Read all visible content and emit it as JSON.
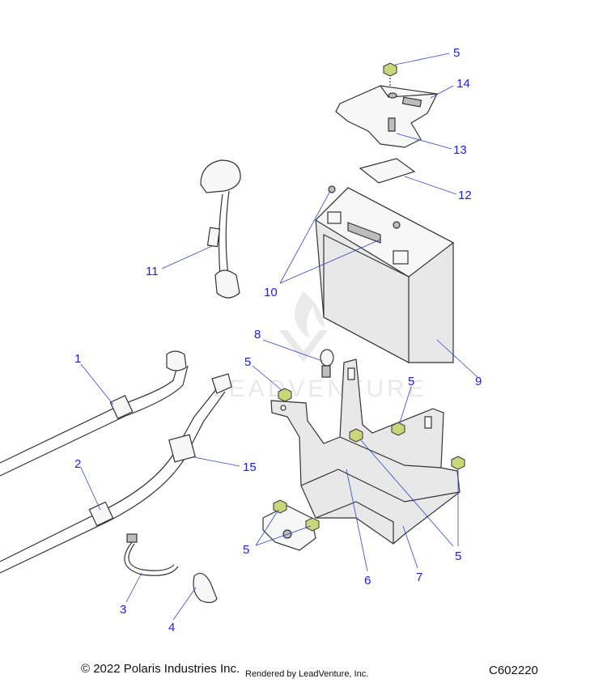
{
  "callouts": [
    {
      "id": "c5a",
      "label": "5"
    },
    {
      "id": "c14",
      "label": "14"
    },
    {
      "id": "c13",
      "label": "13"
    },
    {
      "id": "c12",
      "label": "12"
    },
    {
      "id": "c11",
      "label": "11"
    },
    {
      "id": "c10",
      "label": "10"
    },
    {
      "id": "c9",
      "label": "9"
    },
    {
      "id": "c8",
      "label": "8"
    },
    {
      "id": "c5b",
      "label": "5"
    },
    {
      "id": "c5c",
      "label": "5"
    },
    {
      "id": "c1",
      "label": "1"
    },
    {
      "id": "c2",
      "label": "2"
    },
    {
      "id": "c15",
      "label": "15"
    },
    {
      "id": "c5d",
      "label": "5"
    },
    {
      "id": "c5e",
      "label": "5"
    },
    {
      "id": "c5f",
      "label": "5"
    },
    {
      "id": "c6",
      "label": "6"
    },
    {
      "id": "c7",
      "label": "7"
    },
    {
      "id": "c3",
      "label": "3"
    },
    {
      "id": "c4",
      "label": "4"
    }
  ],
  "footer": {
    "copyright": "© 2022 Polaris Industries Inc.",
    "rendered_by": "Rendered by LeadVenture, Inc.",
    "diagram_code": "C602220"
  },
  "watermark": {
    "text": "LEADVENTURE"
  },
  "colors": {
    "callout": "#1a1aff",
    "nut": "#c9d77a"
  }
}
